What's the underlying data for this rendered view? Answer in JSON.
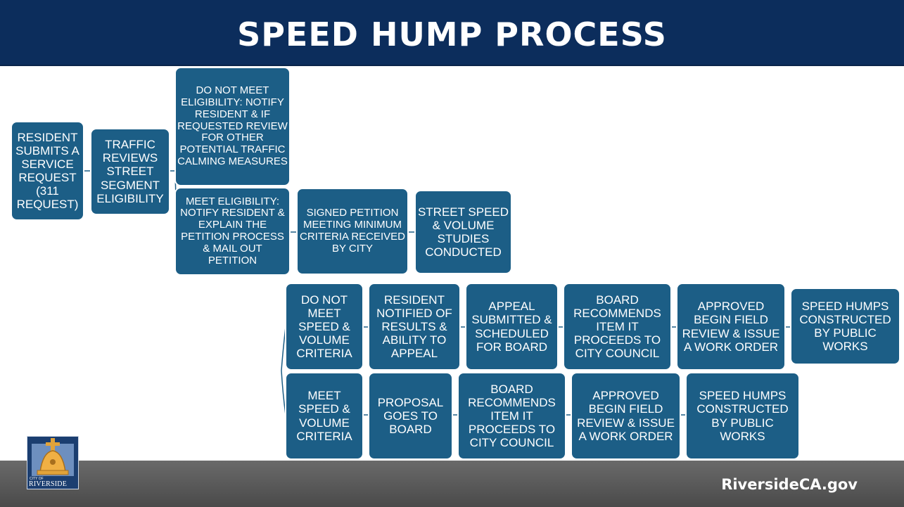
{
  "header": {
    "title": "SPEED HUMP PROCESS"
  },
  "footer": {
    "url": "RiversideCA.gov"
  },
  "logo": {
    "city": "CITY OF",
    "name": "RIVERSIDE"
  },
  "colors": {
    "header_bg": "#0c2d5c",
    "box_bg": "#1c5e86",
    "footer_bg": "#555555"
  },
  "nodes": {
    "resident_submits": "RESIDENT SUBMITS A SERVICE REQUEST (311 REQUEST)",
    "traffic_reviews": "TRAFFIC REVIEWS STREET SEGMENT ELIGIBILITY",
    "not_eligible": "DO NOT MEET ELIGIBILITY: NOTIFY RESIDENT & IF REQUESTED REVIEW FOR OTHER POTENTIAL TRAFFIC CALMING MEASURES",
    "eligible": "MEET ELIGIBILITY: NOTIFY RESIDENT & EXPLAIN THE PETITION PROCESS & MAIL OUT PETITION",
    "signed_petition": "SIGNED PETITION MEETING MINIMUM CRITERIA RECEIVED BY CITY",
    "speed_studies": "STREET SPEED & VOLUME STUDIES CONDUCTED",
    "not_meet_criteria": "DO NOT MEET SPEED & VOLUME CRITERIA",
    "resident_notified": "RESIDENT NOTIFIED OF RESULTS & ABILITY TO APPEAL",
    "appeal_submitted": "APPEAL SUBMITTED & SCHEDULED FOR BOARD",
    "board_recommends_a": "BOARD RECOMMENDS ITEM IT PROCEEDS TO CITY COUNCIL",
    "approved_a": "APPROVED BEGIN FIELD REVIEW & ISSUE A WORK ORDER",
    "constructed_a": "SPEED HUMPS CONSTRUCTED BY PUBLIC WORKS",
    "meet_criteria": "MEET SPEED & VOLUME CRITERIA",
    "proposal_board": "PROPOSAL GOES TO BOARD",
    "board_recommends_b": "BOARD RECOMMENDS ITEM IT PROCEEDS TO CITY COUNCIL",
    "approved_b": "APPROVED BEGIN FIELD REVIEW & ISSUE A WORK ORDER",
    "constructed_b": "SPEED HUMPS CONSTRUCTED BY PUBLIC WORKS"
  }
}
